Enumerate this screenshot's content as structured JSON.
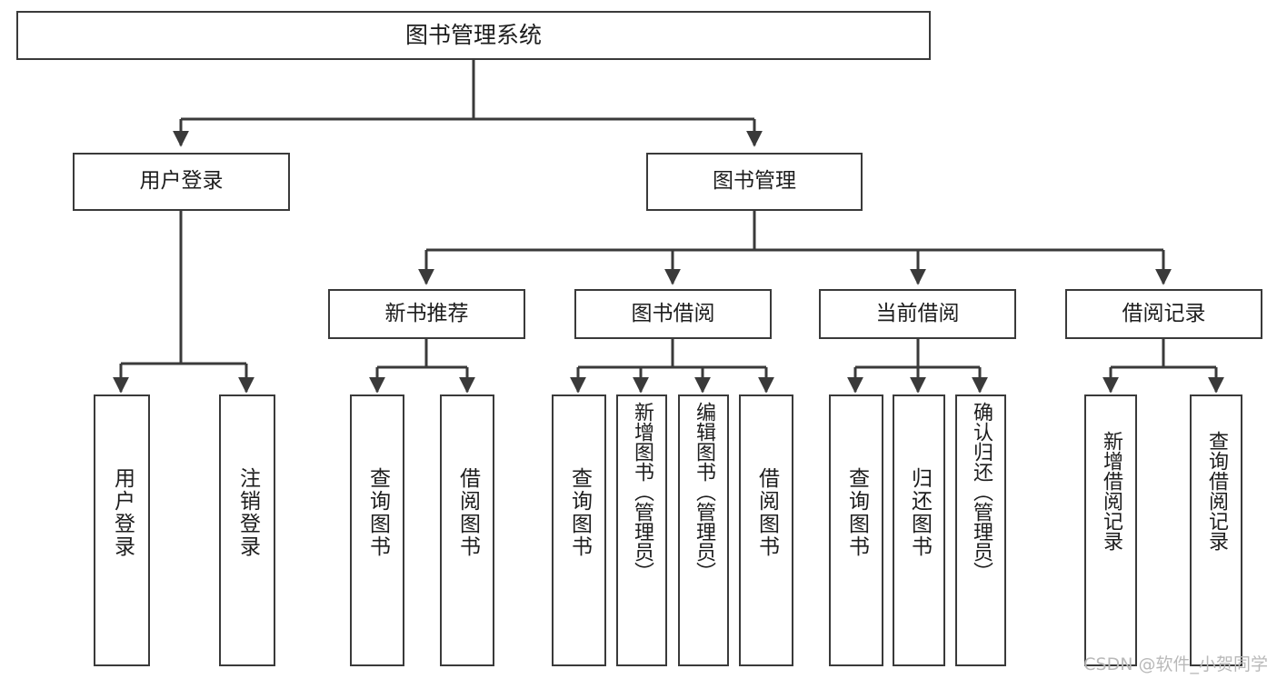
{
  "diagram": {
    "title": "图书管理系统",
    "type": "tree-hierarchy-chart",
    "watermark": "CSDN @软件_小贺同学",
    "colors": {
      "box_border": "#3a3a3a",
      "box_fill": "#ffffff",
      "edge": "#3a3a3a",
      "text": "#1d1d1d",
      "watermark": "#b9b9b9"
    }
  },
  "nodes": {
    "root": {
      "label": "图书管理系统"
    },
    "level2": [
      {
        "id": "user-login",
        "label": "用户登录"
      },
      {
        "id": "book-manage",
        "label": "图书管理"
      }
    ],
    "level3": [
      {
        "id": "new-book-recommend",
        "label": "新书推荐"
      },
      {
        "id": "book-borrow",
        "label": "图书借阅"
      },
      {
        "id": "current-borrow",
        "label": "当前借阅"
      },
      {
        "id": "borrow-record",
        "label": "借阅记录"
      }
    ],
    "leaves": {
      "user_login": [
        {
          "id": "leaf-user-login",
          "label": "用户登录"
        },
        {
          "id": "leaf-logout-login",
          "label": "注销登录"
        }
      ],
      "new_book_recommend": [
        {
          "id": "leaf-query-book-1",
          "label": "查询图书"
        },
        {
          "id": "leaf-borrow-book-1",
          "label": "借阅图书"
        }
      ],
      "book_borrow": [
        {
          "id": "leaf-query-book-2",
          "label": "查询图书"
        },
        {
          "id": "leaf-add-book-admin",
          "label": "新增图书（管理员）"
        },
        {
          "id": "leaf-edit-book-admin",
          "label": "编辑图书（管理员）"
        },
        {
          "id": "leaf-borrow-book-2",
          "label": "借阅图书"
        }
      ],
      "current_borrow": [
        {
          "id": "leaf-query-book-3",
          "label": "查询图书"
        },
        {
          "id": "leaf-return-book",
          "label": "归还图书"
        },
        {
          "id": "leaf-confirm-return-admin",
          "label": "确认归还（管理员）"
        }
      ],
      "borrow_record": [
        {
          "id": "leaf-add-borrow-record",
          "label": "新增借阅记录"
        },
        {
          "id": "leaf-query-borrow-record",
          "label": "查询借阅记录"
        }
      ]
    }
  }
}
